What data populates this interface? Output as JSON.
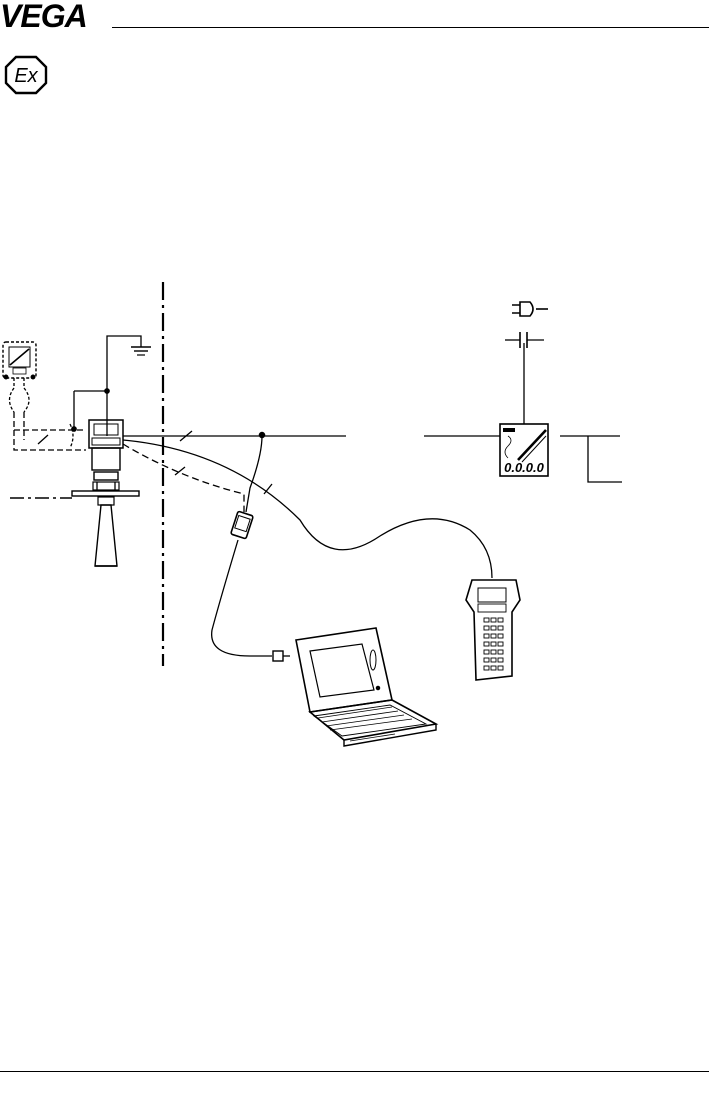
{
  "header": {
    "logo": "VEGA",
    "ex_symbol": "Ex"
  },
  "diagram": {
    "indicator_display": "0.0.0.0"
  }
}
